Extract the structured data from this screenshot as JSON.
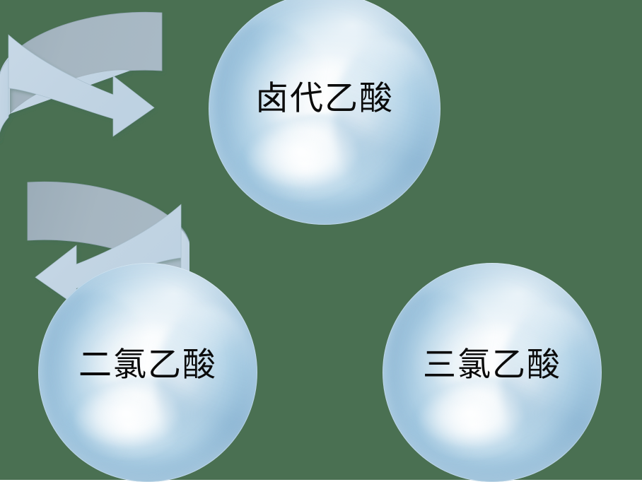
{
  "diagram": {
    "type": "cycle",
    "background_color": "#4a7052",
    "nodes": [
      {
        "id": "top",
        "label": "卤代乙酸",
        "position": "top-center",
        "shape": "glass-sphere",
        "fill_colors": [
          "#e9f2f8",
          "#b9d7e9",
          "#7fb0d2"
        ],
        "text_color": "#0b0b0b"
      },
      {
        "id": "left",
        "label": "二氯乙酸",
        "position": "bottom-left",
        "shape": "glass-sphere",
        "fill_colors": [
          "#e9f2f8",
          "#b9d7e9",
          "#7fb0d2"
        ],
        "text_color": "#0b0b0b"
      },
      {
        "id": "right",
        "label": "三氯乙酸",
        "position": "bottom-right",
        "shape": "glass-sphere",
        "fill_colors": [
          "#e9f2f8",
          "#b9d7e9",
          "#7fb0d2"
        ],
        "text_color": "#0b0b0b"
      }
    ],
    "connectors": [
      {
        "id": "left-arrow",
        "from": "top",
        "to": "left",
        "direction": "counter-clockwise",
        "style": "3d-curved-block-arrow",
        "top_band_color": "#9fb0bc",
        "front_band_color": "#c3d5e4",
        "edge_color": "#8ba7b8"
      },
      {
        "id": "right-arrow",
        "from": "top",
        "to": "right",
        "direction": "clockwise",
        "style": "3d-curved-block-arrow",
        "top_band_color": "#9fb0bc",
        "front_band_color": "#c3d5e4",
        "edge_color": "#8ba7b8"
      }
    ]
  }
}
